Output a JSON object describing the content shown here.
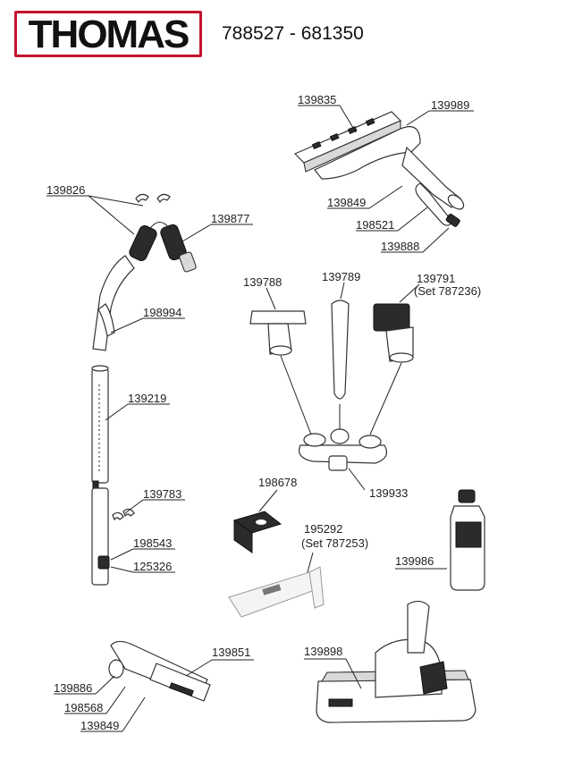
{
  "header": {
    "brand": "THOMAS",
    "model_numbers": "788527 - 681350",
    "brand_color": "#c4122e"
  },
  "parts": [
    {
      "id": "p139835",
      "number": "139835",
      "sub": ""
    },
    {
      "id": "p139989",
      "number": "139989",
      "sub": ""
    },
    {
      "id": "p139849a",
      "number": "139849",
      "sub": ""
    },
    {
      "id": "p198521",
      "number": "198521",
      "sub": ""
    },
    {
      "id": "p139888",
      "number": "139888",
      "sub": ""
    },
    {
      "id": "p139826",
      "number": "139826",
      "sub": ""
    },
    {
      "id": "p139877",
      "number": "139877",
      "sub": ""
    },
    {
      "id": "p139788",
      "number": "139788",
      "sub": ""
    },
    {
      "id": "p139789",
      "number": "139789",
      "sub": ""
    },
    {
      "id": "p139791",
      "number": "139791",
      "sub": "(Set 787236)"
    },
    {
      "id": "p198994",
      "number": "198994",
      "sub": ""
    },
    {
      "id": "p139219",
      "number": "139219",
      "sub": ""
    },
    {
      "id": "p139933",
      "number": "139933",
      "sub": ""
    },
    {
      "id": "p198678",
      "number": "198678",
      "sub": ""
    },
    {
      "id": "p139783",
      "number": "139783",
      "sub": ""
    },
    {
      "id": "p195292",
      "number": "195292",
      "sub": "(Set 787253)"
    },
    {
      "id": "p198543",
      "number": "198543",
      "sub": ""
    },
    {
      "id": "p139986",
      "number": "139986",
      "sub": ""
    },
    {
      "id": "p125326",
      "number": "125326",
      "sub": ""
    },
    {
      "id": "p139851",
      "number": "139851",
      "sub": ""
    },
    {
      "id": "p139898",
      "number": "139898",
      "sub": ""
    },
    {
      "id": "p139886",
      "number": "139886",
      "sub": ""
    },
    {
      "id": "p198568",
      "number": "198568",
      "sub": ""
    },
    {
      "id": "p139849b",
      "number": "139849",
      "sub": ""
    }
  ]
}
